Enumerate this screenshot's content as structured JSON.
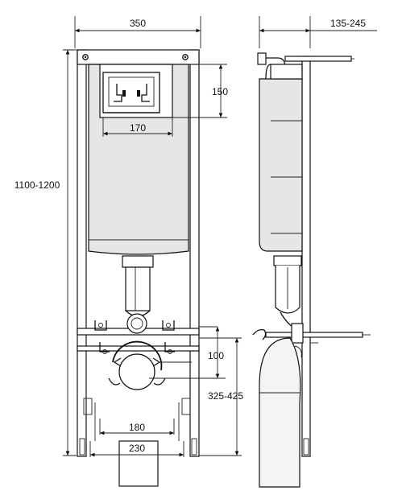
{
  "dimensions": {
    "frame_width": "350",
    "depth_range": "135-245",
    "flush_panel_height": "150",
    "flush_panel_width": "170",
    "frame_height_range": "1100-1200",
    "drain_height": "100",
    "outlet_height_range": "325-425",
    "bolt_spacing": "180",
    "outlet_width": "230"
  },
  "icons": {
    "front_view": "wc-installation-frame-front-view",
    "side_view": "wc-installation-frame-side-view"
  }
}
